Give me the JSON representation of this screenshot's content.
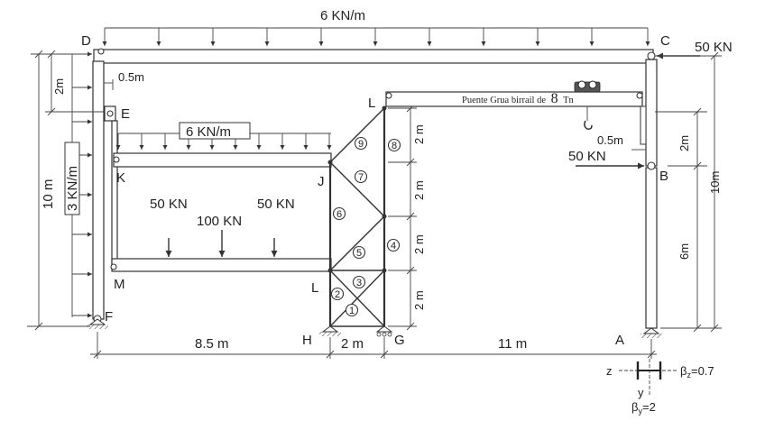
{
  "loads": {
    "top_distributed": "6 KN/m",
    "beam_distributed": "6 KN/m",
    "column_distributed": "3 KN/m",
    "point_c": "50 KN",
    "point_b": "50 KN",
    "beam_point_left": "50 KN",
    "beam_point_center": "100 KN",
    "beam_point_right": "50 KN"
  },
  "crane_label": "Puente Grua birrail de",
  "crane_capacity": "8",
  "crane_unit": "Tn",
  "nodes": {
    "D": "D",
    "C": "C",
    "E": "E",
    "K": "K",
    "J": "J",
    "L_top": "L",
    "L_low": "L",
    "M": "M",
    "F": "F",
    "H": "H",
    "G": "G",
    "A": "A",
    "B": "B"
  },
  "truss_members": [
    "1",
    "2",
    "3",
    "4",
    "5",
    "6",
    "7",
    "8",
    "9"
  ],
  "dimensions": {
    "left_2m": "2m",
    "left_10m": "10 m",
    "offset_left": "0.5m",
    "offset_right": "0.5m",
    "truss_2m_1": "2 m",
    "truss_2m_2": "2 m",
    "truss_2m_3": "2 m",
    "truss_2m_4": "2 m",
    "right_2m": "2m",
    "right_6m": "6m",
    "right_10m": "10m",
    "bottom_8_5m": "8.5 m",
    "bottom_2m": "2 m",
    "bottom_11m": "11 m"
  },
  "section": {
    "z_axis": "z",
    "y_axis": "y",
    "beta_z": "β",
    "beta_z_sub": "z",
    "beta_z_value": "=0.7",
    "beta_y": "β",
    "beta_y_sub": "y",
    "beta_y_value": "=2"
  }
}
